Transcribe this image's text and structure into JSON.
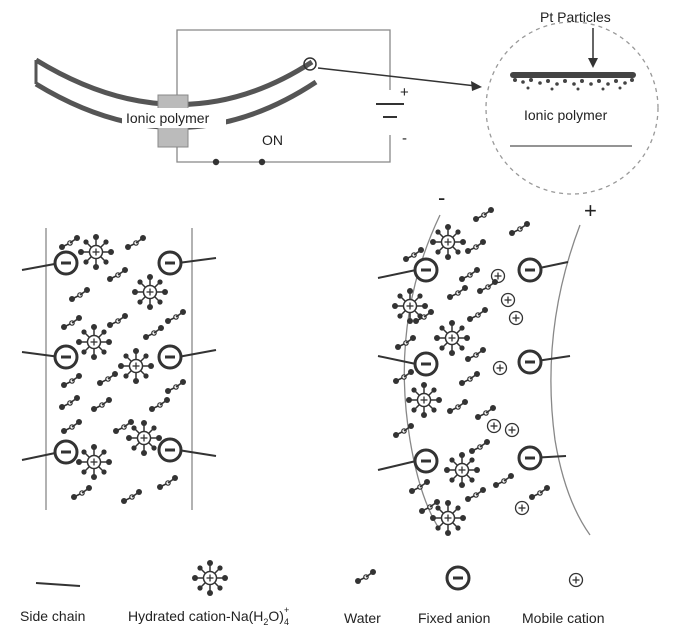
{
  "top": {
    "polymer_label": "Ionic polymer",
    "switch_label": "ON",
    "battery_plus": "+",
    "battery_minus": "-",
    "pt_label": "Pt Particles",
    "inset_label": "Ionic polymer"
  },
  "panels": {
    "right_minus": "-",
    "right_plus": "+"
  },
  "legend": {
    "side_chain": "Side chain",
    "hydrated_cation_prefix": "Hydrated cation-Na(H",
    "hydrated_cation_sub2": "2",
    "hydrated_cation_mid": "O)",
    "hydrated_cation_sub4": "4",
    "hydrated_cation_sup": "+",
    "water": "Water",
    "fixed_anion": "Fixed anion",
    "mobile_cation": "Mobile cation"
  },
  "colors": {
    "line": "#333333",
    "strip": "#555555",
    "clamp": "#bbbbbb",
    "inset_dash": "#999999"
  }
}
